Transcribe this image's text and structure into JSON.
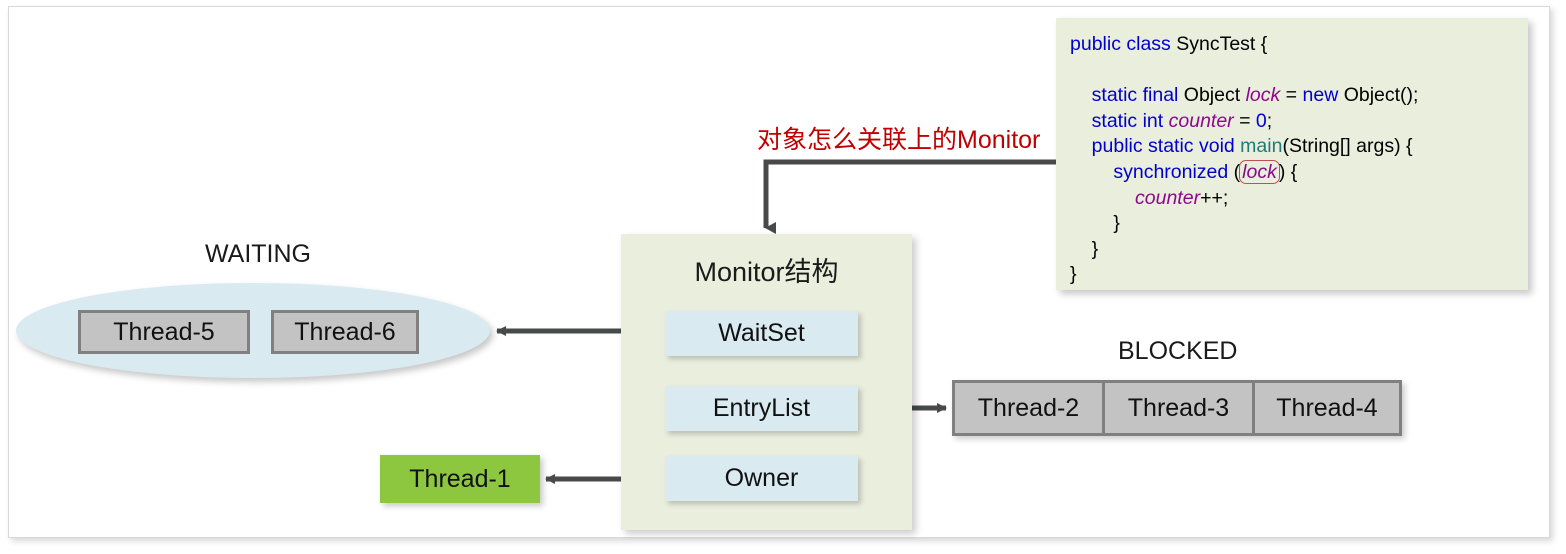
{
  "annotation": {
    "text": "对象怎么关联上的Monitor",
    "color": "#c00000"
  },
  "code_panel": {
    "background": "#eaeedd",
    "lines": [
      "public class SyncTest {",
      "",
      "    static final Object lock = new Object();",
      "    static int counter = 0;",
      "    public static void main(String[] args) {",
      "        synchronized (lock) {",
      "            counter++;",
      "        }",
      "    }",
      "}"
    ],
    "tokens": {
      "l1_kw": "public class",
      "l1_plain": " SyncTest {",
      "l3_kw1": "static final",
      "l3_plain1": " Object ",
      "l3_id1": "lock",
      "l3_plain2": " = ",
      "l3_kw2": "new",
      "l3_plain3": " Object();",
      "l4_kw": "static int",
      "l4_plain1": " ",
      "l4_id": "counter",
      "l4_plain2": " = ",
      "l4_num": "0",
      "l4_plain3": ";",
      "l5_kw": "public static void",
      "l5_plain1": " ",
      "l5_mth": "main",
      "l5_plain2": "(String[] args) {",
      "l6_kw": "synchronized",
      "l6_plain1": " (",
      "l6_id": "lock",
      "l6_plain2": ") {",
      "l7_id": "counter",
      "l7_plain": "++;",
      "l8_plain": "}",
      "l9_plain": "}",
      "l10_plain": "}"
    },
    "highlight_color": "#c0504d",
    "keyword_color": "#0000cd",
    "identifier_color": "#8b0a8b",
    "method_color": "#1f7a7a"
  },
  "monitor": {
    "title": "Monitor结构",
    "background": "#eaeedd",
    "fields": [
      {
        "label": "WaitSet"
      },
      {
        "label": "EntryList"
      },
      {
        "label": "Owner"
      }
    ],
    "field_color": "#daeaf1"
  },
  "waiting": {
    "label": "WAITING",
    "ellipse_color": "#daeaf1",
    "threads": [
      {
        "label": "Thread-5"
      },
      {
        "label": "Thread-6"
      }
    ]
  },
  "blocked": {
    "label": "BLOCKED",
    "cell_color": "#c3c3c3",
    "threads": [
      {
        "label": "Thread-2"
      },
      {
        "label": "Thread-3"
      },
      {
        "label": "Thread-4"
      }
    ]
  },
  "owner_thread": {
    "label": "Thread-1",
    "color": "#8dc63f"
  },
  "connector_color": "#484a49"
}
